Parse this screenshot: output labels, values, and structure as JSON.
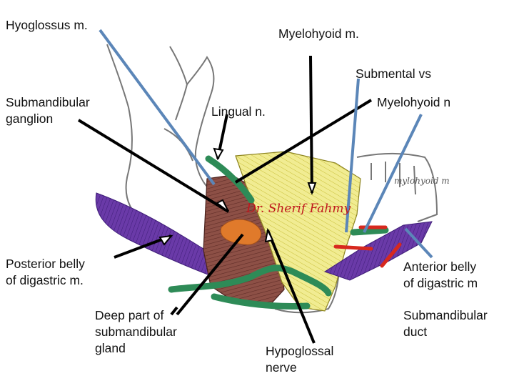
{
  "labels": {
    "hyoglossus": "Hyoglossus m.",
    "myelohyoid_m": "Myelohyoid m.",
    "submental_vs": "Submental vs",
    "submandibular_ganglion": "Submandibular\nganglion",
    "lingual_n": "Lingual n.",
    "myelohyoid_n": "Myelohyoid n",
    "posterior_belly": "Posterior belly\nof digastric m.",
    "anterior_belly": "Anterior belly\nof digastric m",
    "deep_part": "Deep part of\nsubmandibular\ngland",
    "submandibular_duct": "Submandibular\nduct",
    "hypoglossal": "Hypoglossal\nnerve"
  },
  "signature": "Dr. Sherif Fahmy",
  "drawing_note": "mylohyoid m",
  "colors": {
    "label_text": "#111111",
    "pointer_black": "#000000",
    "pointer_blue": "#5b86b8",
    "muscle_purple": "#6a3aa8",
    "nerve_green": "#2e8b57",
    "gland_brown": "#8b4a3c",
    "gland_orange": "#e07a2b",
    "mylohyoid_yellow": "#efe98a",
    "vessel_red": "#d7281e",
    "signature_red": "#c0171d"
  }
}
